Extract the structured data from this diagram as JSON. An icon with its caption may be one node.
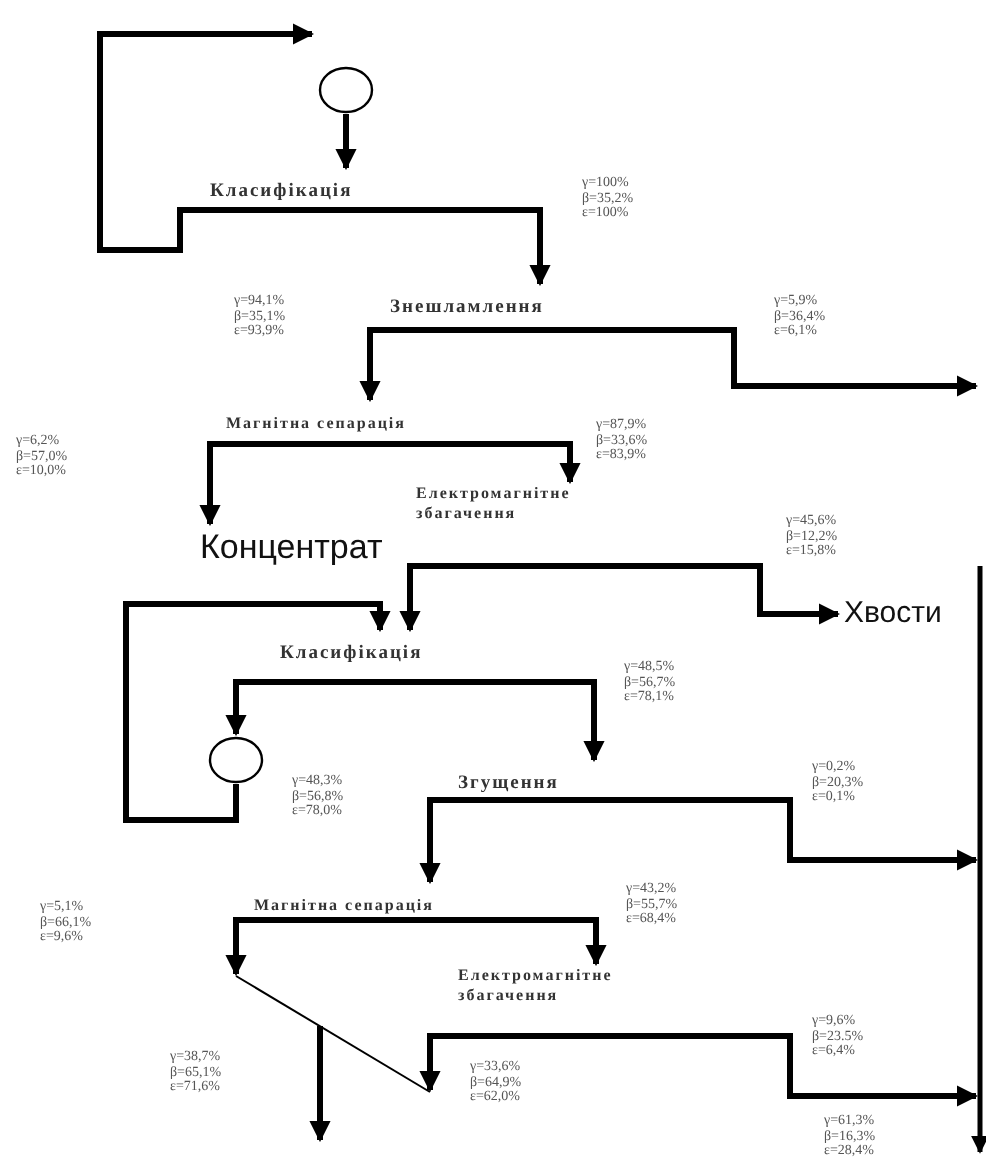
{
  "diagram": {
    "nodes": [
      {
        "text": [],
        "shape": "circle"
      },
      {
        "text": [
          "Класифікація"
        ]
      },
      {
        "text": [
          "Знешламлення"
        ]
      },
      {
        "text": [
          "Магнітна сепарація"
        ]
      },
      {
        "text": [
          "Електромагнітне збагачення"
        ]
      },
      {
        "text": [
          "Концентрат"
        ]
      },
      {
        "text": [
          "Хвости"
        ]
      },
      {
        "text": [
          "Класифікація"
        ]
      },
      {
        "text": [],
        "shape": "circle"
      },
      {
        "text": [
          "Згущення"
        ]
      },
      {
        "text": [
          "Магнітна сепарація"
        ]
      },
      {
        "text": [
          "Електромагнітне збагачення"
        ]
      }
    ],
    "edges": [
      {
        "from": 0,
        "to": 1,
        "arrow": "to"
      },
      {
        "from": 1,
        "to": 2,
        "arrow": "to"
      },
      {
        "from": 1,
        "to": 0,
        "arrow": "to"
      },
      {
        "from": 2,
        "to": 3,
        "arrow": "to"
      },
      {
        "from": 2,
        "to": null,
        "arrow": "to"
      },
      {
        "from": 3,
        "to": 5,
        "arrow": "to"
      },
      {
        "from": 3,
        "to": 4,
        "arrow": "to"
      },
      {
        "from": 4,
        "to": 6,
        "arrow": "to"
      },
      {
        "from": 4,
        "to": 7,
        "arrow": "to"
      },
      {
        "from": 8,
        "to": 7,
        "arrow": "to"
      },
      {
        "from": 7,
        "to": 8,
        "arrow": "to"
      },
      {
        "from": 7,
        "to": 9,
        "arrow": "to"
      },
      {
        "from": 9,
        "to": 10,
        "arrow": "to"
      },
      {
        "from": 9,
        "to": null,
        "arrow": "to"
      },
      {
        "from": 10,
        "to": null,
        "arrow": "to"
      },
      {
        "from": 10,
        "to": 11,
        "arrow": "to"
      },
      {
        "from": 11,
        "to": null,
        "arrow": "to"
      },
      {
        "from": 11,
        "to": null,
        "arrow": "to"
      }
    ],
    "labels": [
      "γ=100% β=35,2% ε=100%",
      "γ=94,1% β=35,1% ε=93,9%",
      "γ=5,9% β=36,4% ε=6,1%",
      "γ=6,2% β=57,0% ε=10,0%",
      "γ=87,9% β=33,6% ε=83,9%",
      "γ=45,6% β=12,2% ε=15,8%",
      "γ=48,5% β=56,7% ε=78,1%",
      "γ=48,3% β=56,8% ε=78,0%",
      "γ=0,2% β=20,3% ε=0,1%",
      "γ=5,1% β=66,1% ε=9,6%",
      "γ=43,2% β=55,7% ε=68,4%",
      "γ=9,6% β=23.5% ε=6,4%",
      "γ=38,7% β=65,1% ε=71,6%",
      "γ=33,6% β=64,9% ε=62,0%",
      "γ=61,3% β=16,3% ε=28,4%"
    ]
  }
}
